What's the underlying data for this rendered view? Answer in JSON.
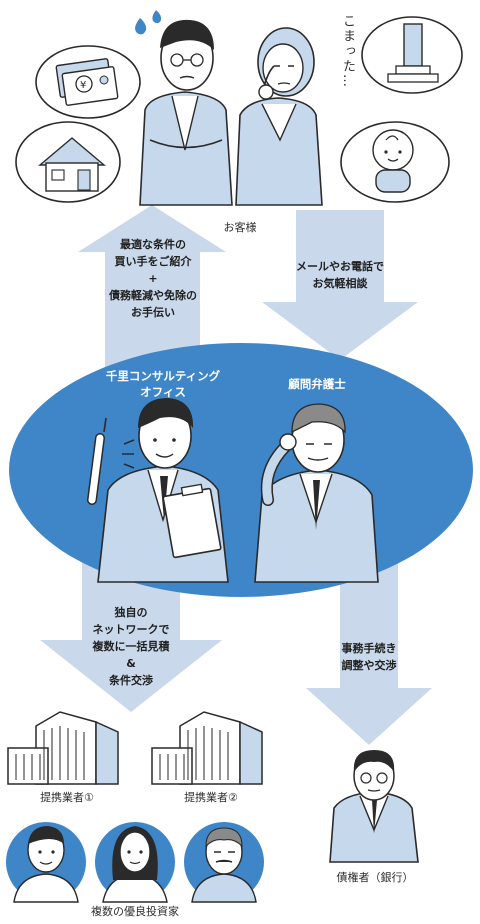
{
  "colors": {
    "arrow": "#c9d9eb",
    "ellipse": "#3f86c8",
    "suit": "#c6d8ec",
    "line": "#2a2a2a",
    "avatar": "#3f86c8",
    "skin": "#ffffff",
    "sweat": "#3f86c8"
  },
  "thought": {
    "vertical_text": "こまった…"
  },
  "labels": {
    "customer": "お客様",
    "up_arrow": [
      "最適な条件の",
      "買い手をご紹介",
      "+",
      "債務軽減や免除の",
      "お手伝い"
    ],
    "down_arrow": [
      "メールやお電話で",
      "お気軽相談"
    ],
    "consulting": [
      "千里コンサルティング",
      "オフィス"
    ],
    "lawyer": "顧問弁護士",
    "left_down": [
      "独自の",
      "ネットワークで",
      "複数に一括見積",
      "&",
      "条件交渉"
    ],
    "right_down": [
      "事務手続き",
      "調整や交渉"
    ],
    "partner1": "提携業者①",
    "partner2": "提携業者②",
    "investors": "複数の優良投資家",
    "creditor": "債権者（銀行）"
  }
}
